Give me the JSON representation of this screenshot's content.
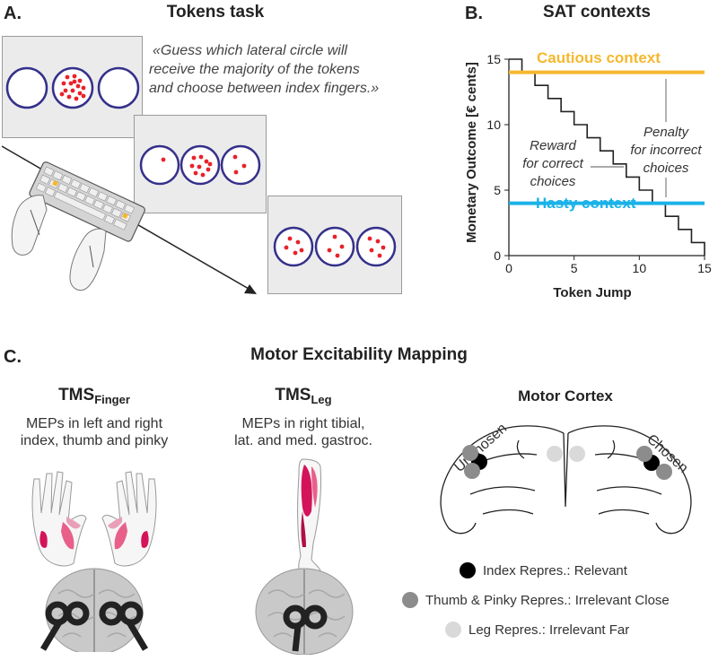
{
  "panel_a": {
    "label": "A.",
    "title": "Tokens task",
    "quote_lines": [
      "«Guess which lateral circle will",
      "receive the majority of the tokens",
      "and choose between index fingers.»"
    ]
  },
  "panel_b": {
    "label": "B.",
    "title": "SAT contexts",
    "cautious_label": "Cautious context",
    "hasty_label": "Hasty context",
    "reward_lines": [
      "Reward",
      "for correct",
      "choices"
    ],
    "penalty_lines": [
      "Penalty",
      "for incorrect",
      "choices"
    ],
    "colors": {
      "cautious": "#f5b82e",
      "hasty": "#1ab2e8"
    }
  },
  "chart_data": {
    "type": "line",
    "title": "",
    "xlabel": "Token Jump",
    "ylabel": "Monetary Outcome [€ cents]",
    "xlim": [
      0,
      15
    ],
    "ylim": [
      0,
      15
    ],
    "x_ticks": [
      0,
      5,
      10,
      15
    ],
    "y_ticks": [
      0,
      5,
      10,
      15
    ],
    "grid": false,
    "series": [
      {
        "x": [
          0,
          1,
          1,
          2,
          2,
          3,
          3,
          4,
          4,
          5,
          5,
          6,
          6,
          7,
          7,
          8,
          8,
          9,
          9,
          10,
          10,
          11,
          11,
          12,
          12,
          13,
          13,
          14,
          14,
          15,
          15
        ],
        "y": [
          15,
          15,
          14,
          14,
          13,
          13,
          12,
          12,
          11,
          11,
          10,
          10,
          9,
          9,
          8,
          8,
          7,
          7,
          6,
          6,
          5,
          5,
          4,
          4,
          3,
          3,
          2,
          2,
          1,
          1,
          0
        ]
      },
      {
        "x": [
          0,
          15
        ],
        "y": [
          14,
          14
        ]
      },
      {
        "x": [
          0,
          15
        ],
        "y": [
          4,
          4
        ]
      }
    ]
  },
  "panel_c": {
    "label": "C.",
    "title": "Motor Excitability Mapping",
    "finger": {
      "title_main": "TMS",
      "title_sub": "Finger",
      "desc_lines": [
        "MEPs in left and right",
        "index, thumb and pinky"
      ]
    },
    "leg": {
      "title_main": "TMS",
      "title_sub": "Leg",
      "desc_lines": [
        "MEPs in right tibial,",
        "lat. and med. gastroc."
      ]
    },
    "cortex": {
      "title": "Motor Cortex",
      "unchosen": "Unchosen",
      "chosen": "Chosen"
    },
    "legend": [
      {
        "label": "Index Repres.: Relevant",
        "color": "#000000"
      },
      {
        "label": "Thumb & Pinky Repres.: Irrelevant Close",
        "color": "#8c8c8c"
      },
      {
        "label": "Leg Repres.: Irrelevant Far",
        "color": "#d9d9d9"
      }
    ]
  }
}
